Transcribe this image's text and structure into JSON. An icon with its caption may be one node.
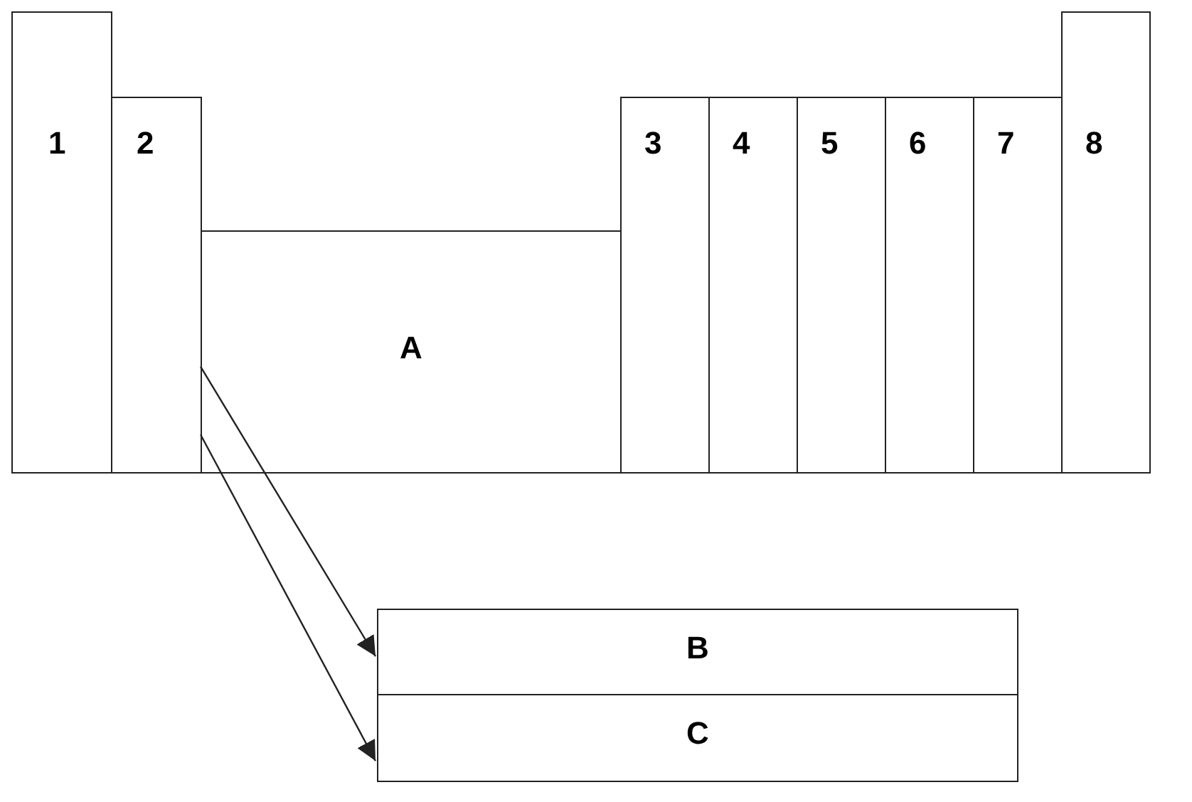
{
  "diagram": {
    "nodes": [
      {
        "text": [
          "1"
        ]
      },
      {
        "text": [
          "2"
        ]
      },
      {
        "text": [
          "A"
        ]
      },
      {
        "text": [
          "3"
        ]
      },
      {
        "text": [
          "4"
        ]
      },
      {
        "text": [
          "5"
        ]
      },
      {
        "text": [
          "6"
        ]
      },
      {
        "text": [
          "7"
        ]
      },
      {
        "text": [
          "8"
        ]
      },
      {
        "text": [
          "B"
        ]
      },
      {
        "text": [
          "C"
        ]
      }
    ],
    "edges": [
      {
        "from": 2,
        "to": 9,
        "arrow": "to"
      },
      {
        "from": 2,
        "to": 10,
        "arrow": "to"
      }
    ]
  }
}
